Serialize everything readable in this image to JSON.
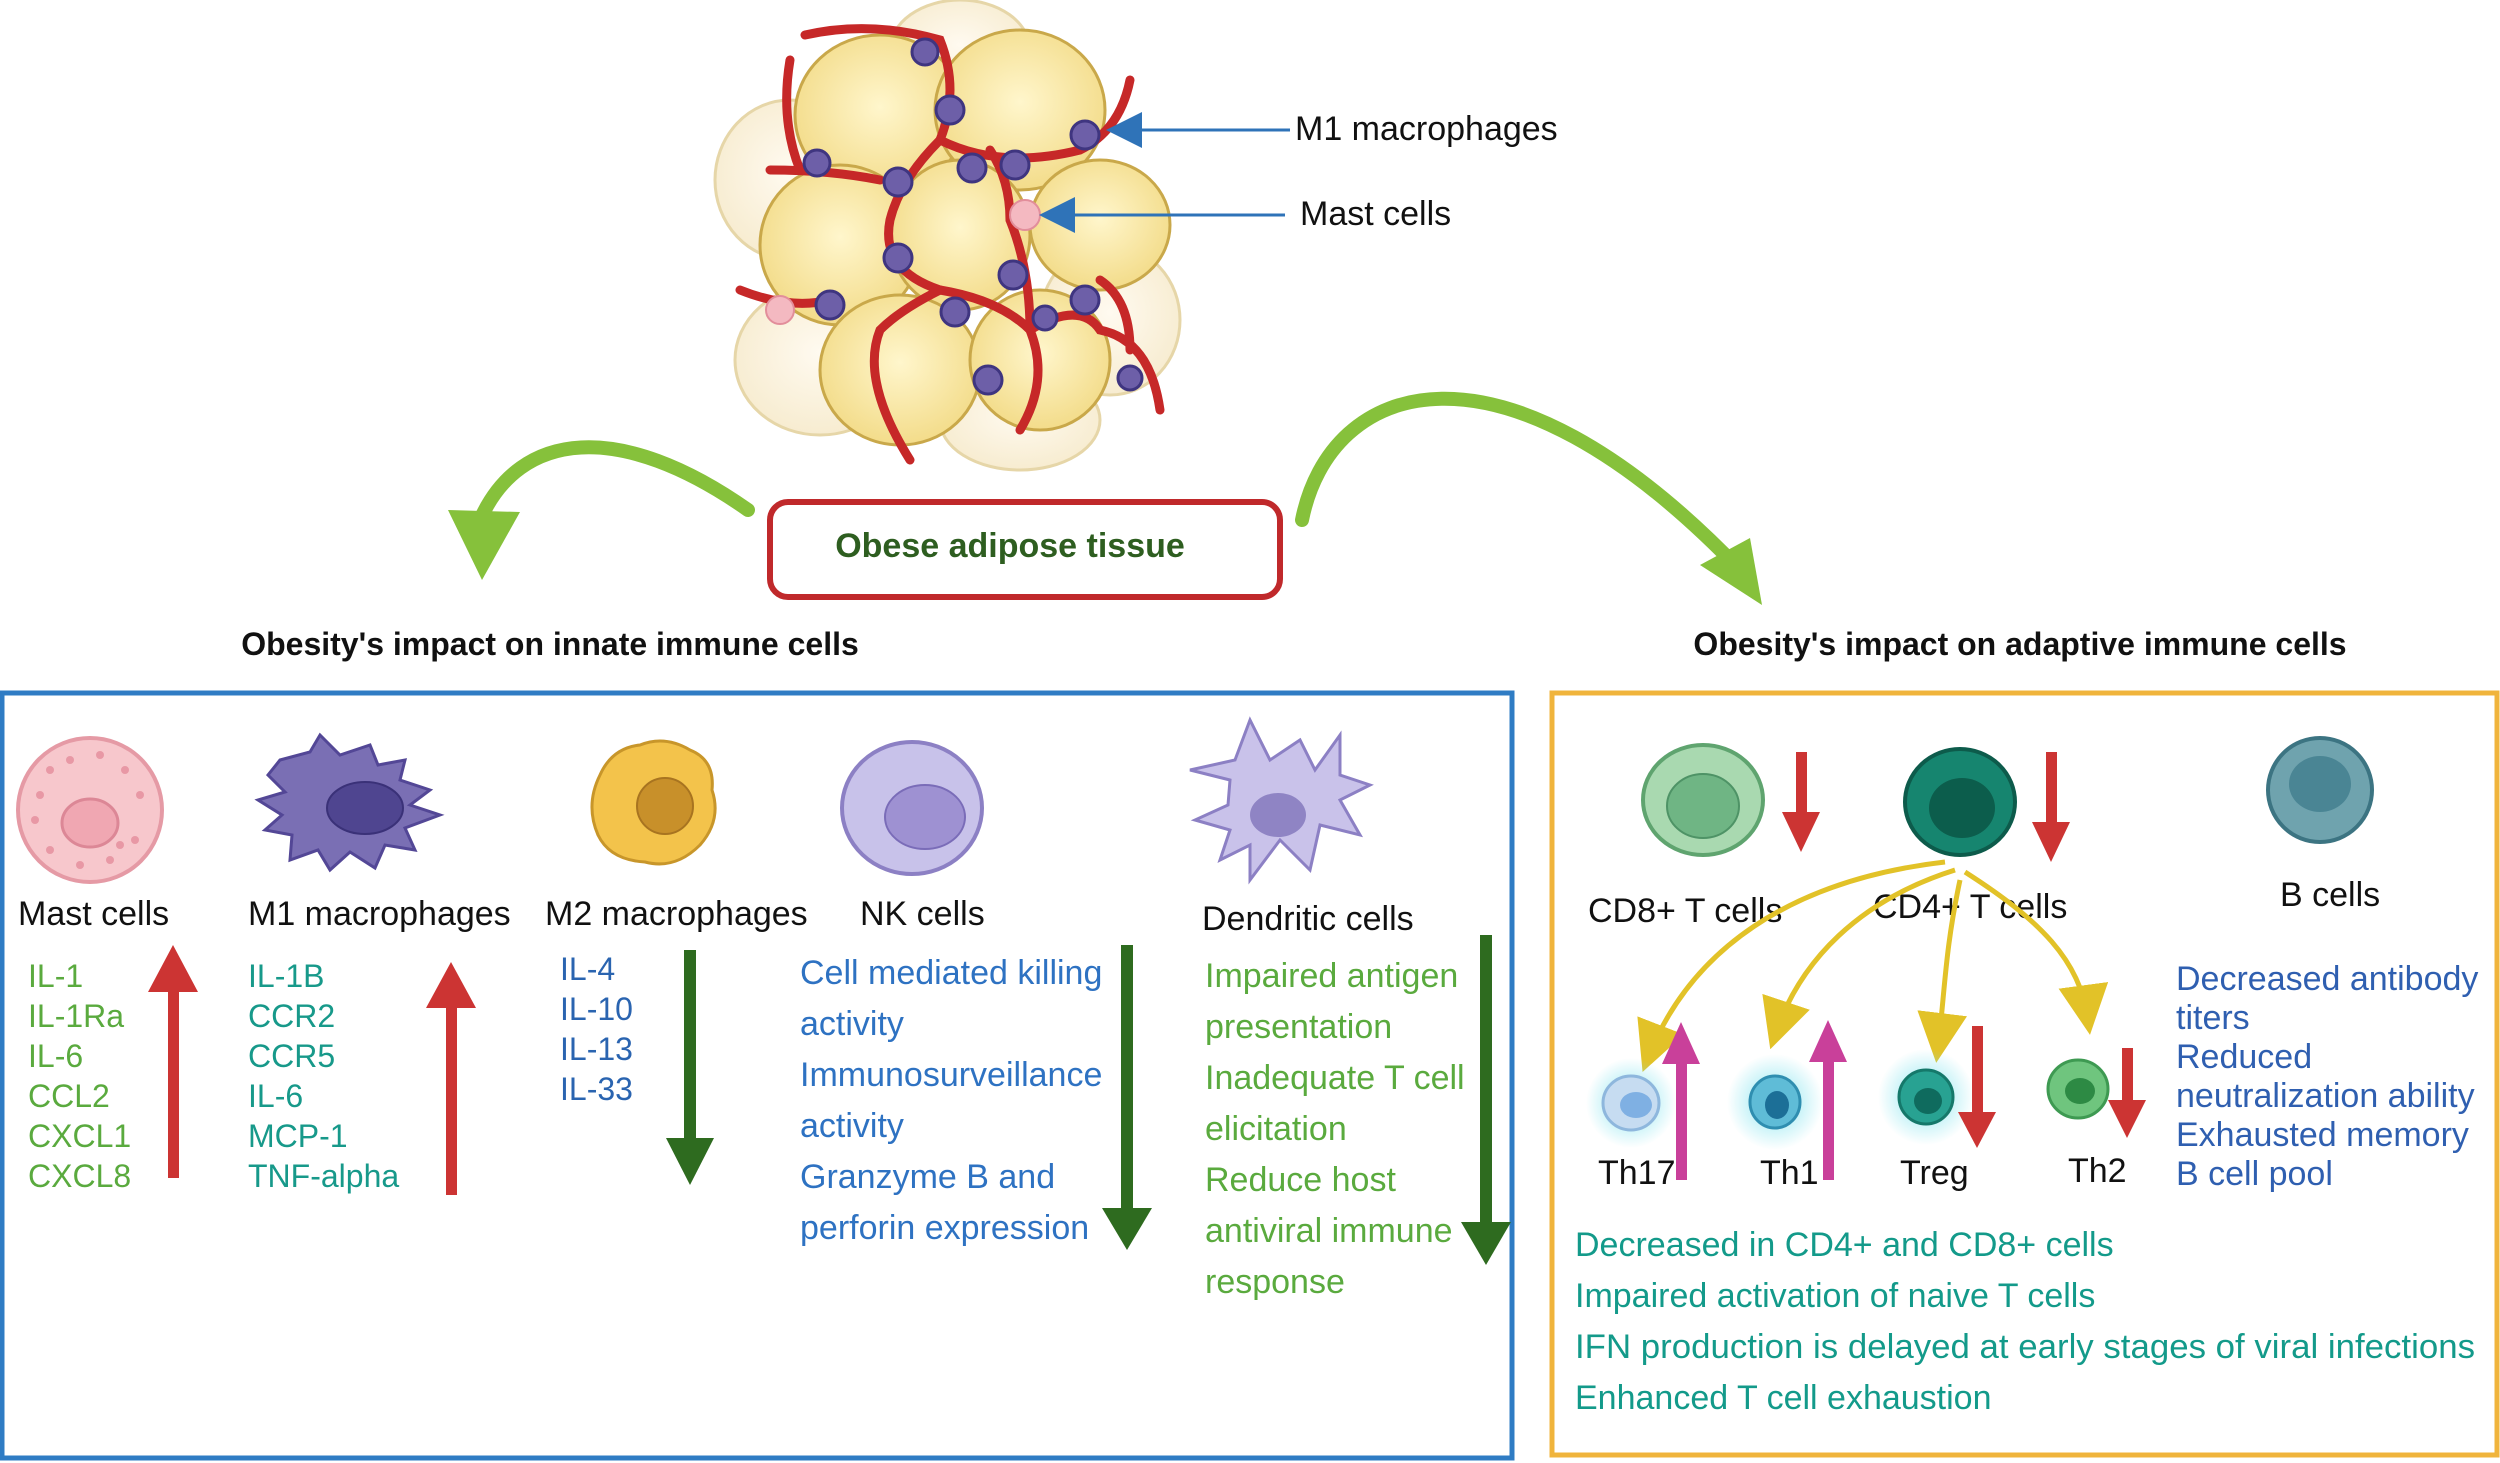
{
  "top": {
    "title": "Obese adipose tissue",
    "callouts": [
      "M1 macrophages",
      "Mast cells"
    ]
  },
  "innate": {
    "heading": "Obesity's impact on innate immune cells",
    "cells": [
      {
        "name": "Mast cells",
        "items": [
          "IL-1",
          "IL-1Ra",
          "IL-6",
          "CCL2",
          "CXCL1",
          "CXCL8"
        ],
        "trend": "up"
      },
      {
        "name": "M1 macrophages",
        "items": [
          "IL-1B",
          "CCR2",
          "CCR5",
          "IL-6",
          "MCP-1",
          "TNF-alpha"
        ],
        "trend": "up"
      },
      {
        "name": "M2 macrophages",
        "items": [
          "IL-4",
          "IL-10",
          "IL-13",
          "IL-33"
        ],
        "trend": "down"
      },
      {
        "name": "NK cells",
        "items": [
          "Cell mediated killing",
          "activity",
          "Immunosurveillance",
          "activity",
          "Granzyme B and",
          "perforin expression"
        ],
        "trend": "down"
      },
      {
        "name": "Dendritic cells",
        "items": [
          "Impaired antigen",
          "presentation",
          "Inadequate T cell",
          "elicitation",
          "Reduce host",
          "antiviral immune",
          "response"
        ],
        "trend": "down"
      }
    ]
  },
  "adaptive": {
    "heading": "Obesity's impact on adaptive immune cells",
    "cells": [
      {
        "name": "CD8+ T cells",
        "trend": "down"
      },
      {
        "name": "CD4+ T cells",
        "trend": "down"
      },
      {
        "name": "B cells"
      }
    ],
    "subsets": [
      {
        "name": "Th17",
        "trend": "up"
      },
      {
        "name": "Th1",
        "trend": "up"
      },
      {
        "name": "Treg",
        "trend": "down"
      },
      {
        "name": "Th2",
        "trend": "down"
      }
    ],
    "b_cell_effects": [
      "Decreased antibody",
      "titers",
      "Reduced",
      "neutralization ability",
      "Exhausted memory",
      "B cell pool"
    ],
    "t_cell_effects": [
      "Decreased in CD4+ and CD8+ cells",
      "Impaired activation of naive T cells",
      "IFN production is delayed at early stages of viral infections",
      "Enhanced T cell exhaustion"
    ]
  },
  "colors": {
    "innate_box": "#2f7cc4",
    "adaptive_box": "#f0b43c",
    "title_box": "#c0292b",
    "up_arrow_innate": "#cc3433",
    "down_arrow_innate": "#2e6b1f",
    "up_arrow_adaptive": "#c9409a",
    "down_arrow_adaptive": "#cc3433",
    "curved_arrow": "#86c13b",
    "differentiation_arrow": "#e2c228"
  }
}
